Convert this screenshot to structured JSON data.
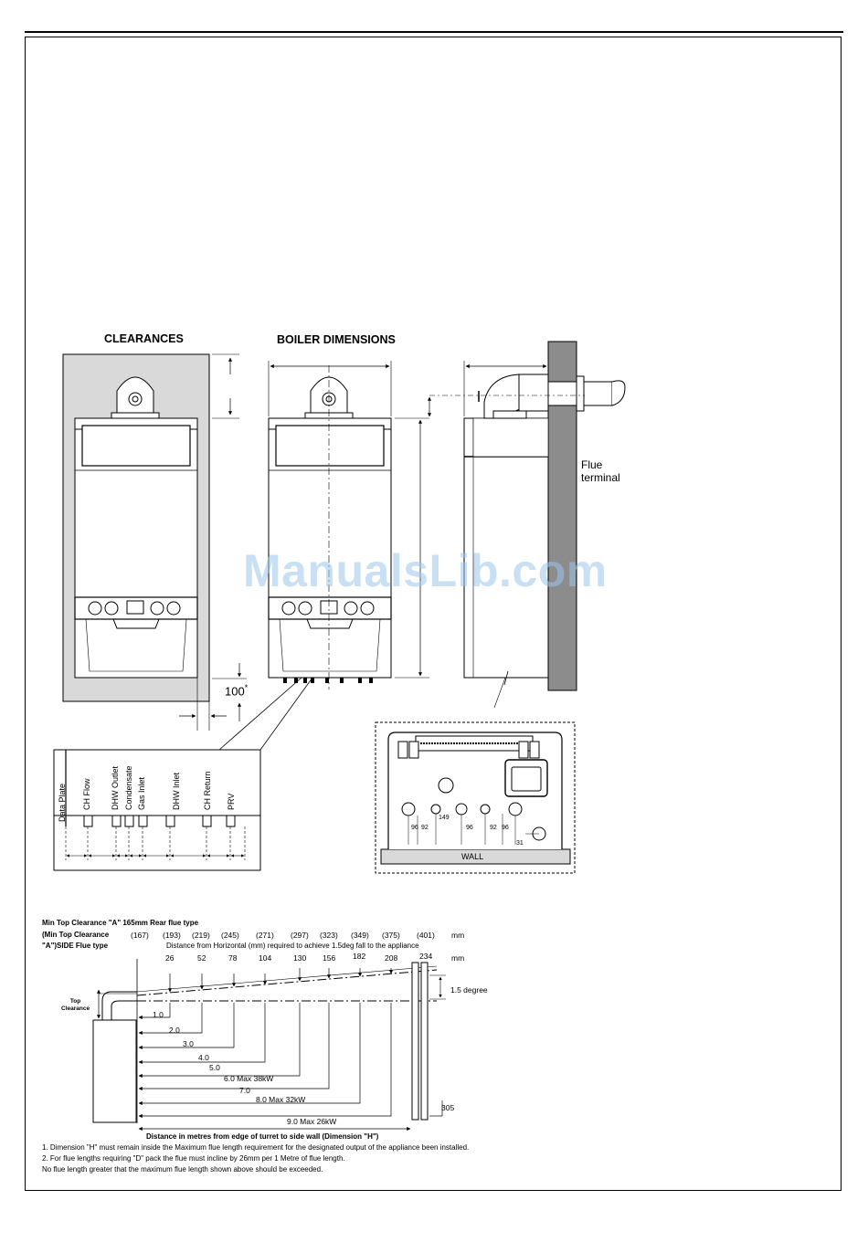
{
  "headings": {
    "clearances": "CLEARANCES",
    "boiler_dimensions": "BOILER DIMENSIONS"
  },
  "labels": {
    "clearance_100": "100",
    "asterisk": "*",
    "flue_terminal_line1": "Flue",
    "flue_terminal_line2": "terminal",
    "wall": "WALL"
  },
  "connections": [
    "Data Plate",
    "CH Flow",
    "DHW Outlet",
    "Condensate",
    "Gas Inlet",
    "DHW Inlet",
    "CH Return",
    "PRV"
  ],
  "bottom_view_dims": [
    "96",
    "92",
    "149",
    "96",
    "92",
    "96",
    "31"
  ],
  "flue_chart": {
    "header_rear": "Min Top Clearance \"A\" 165mm Rear flue type",
    "header_side_1": "(Min Top Clearance",
    "header_side_2": "\"A\")SIDE Flue type",
    "side_clearances": [
      "(167)",
      "(193)",
      "(219)",
      "(245)",
      "(271)",
      "(297)",
      "(323)",
      "(349)",
      "(375)",
      "(401)"
    ],
    "unit_mm_1": "mm",
    "subtitle": "Distance from Horizontal (mm) required to achieve 1.5deg fall to the appliance",
    "fall_values": [
      "26",
      "52",
      "78",
      "104",
      "130",
      "156",
      "182",
      "208",
      "234"
    ],
    "unit_mm_2": "mm",
    "angle_label": "1.5 degree",
    "top_clearance_1": "Top",
    "top_clearance_2": "Clearance",
    "distances": [
      "1.0",
      "2.0",
      "3.0",
      "4.0",
      "5.0",
      "6.0   Max 38kW",
      "7.0",
      "8.0   Max 32kW",
      "9.0   Max 26kW"
    ],
    "label_305": "305",
    "axis_caption": "Distance in metres from edge of turret to side wall (Dimension \"H\")",
    "notes": [
      "1. Dimension \"H\" must remain inside the Maximum flue length requirement for the designated output of the appliance been installed.",
      "2. For flue lengths requiring \"D\" pack                the flue must incline by 26mm per 1 Metre of flue length.",
      "No flue length greater that the maximum flue length shown above should be exceeded."
    ]
  },
  "watermark": "ManualsLib.com"
}
